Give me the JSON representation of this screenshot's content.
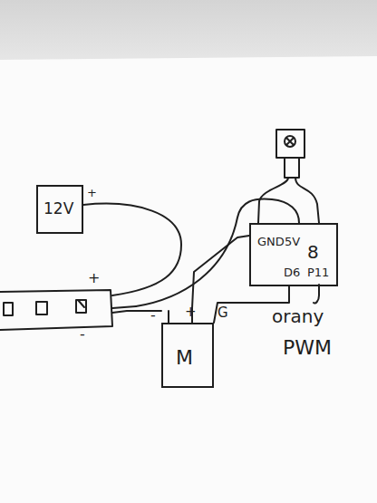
{
  "diagram": {
    "nodes": [
      {
        "text": [
          "12V"
        ]
      },
      {
        "text": [
          "M"
        ]
      },
      {
        "text": [
          "GND",
          "5V",
          "D6",
          "P11"
        ]
      }
    ],
    "edges": [
      {
        "from": 2,
        "to": 1,
        "arrow": "none"
      },
      {
        "from": 2,
        "to": 1,
        "arrow": "none"
      }
    ],
    "labels": [
      "+",
      "+",
      "-",
      "-",
      "+",
      "G",
      "8",
      "orany",
      "PWM"
    ]
  }
}
